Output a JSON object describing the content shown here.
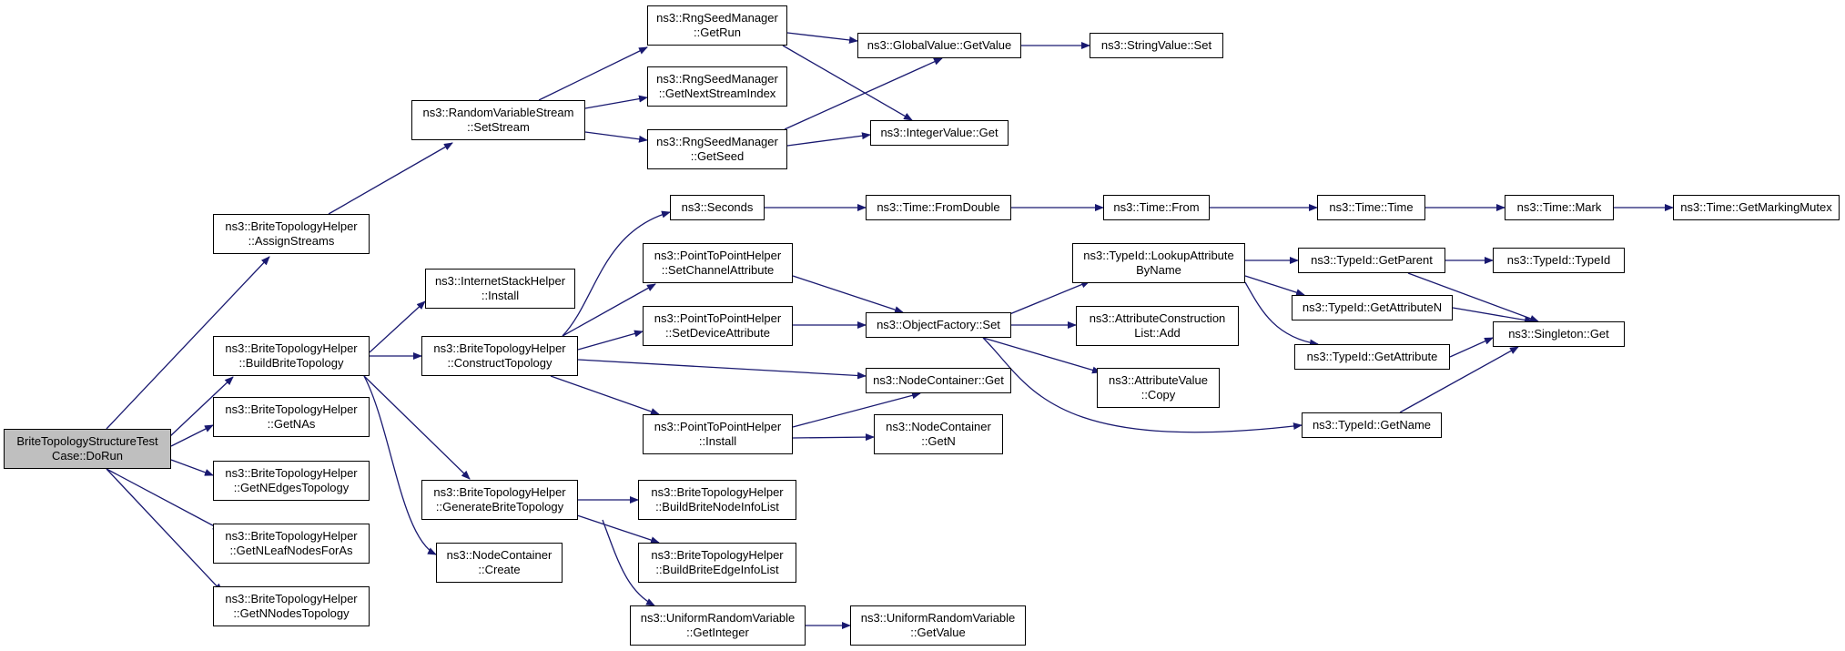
{
  "colors": {
    "edge": "#191970",
    "node_border": "#000000",
    "node_fill": "#ffffff",
    "root_fill": "#bfbfbf"
  },
  "nodes": {
    "n0": {
      "line1": "BriteTopologyStructureTest",
      "line2": "Case::DoRun"
    },
    "n1": {
      "line1": "ns3::BriteTopologyHelper",
      "line2": "::AssignStreams"
    },
    "n2": {
      "line1": "ns3::BriteTopologyHelper",
      "line2": "::BuildBriteTopology"
    },
    "n3": {
      "line1": "ns3::BriteTopologyHelper",
      "line2": "::GetNAs"
    },
    "n4": {
      "line1": "ns3::BriteTopologyHelper",
      "line2": "::GetNEdgesTopology"
    },
    "n5": {
      "line1": "ns3::BriteTopologyHelper",
      "line2": "::GetNLeafNodesForAs"
    },
    "n6": {
      "line1": "ns3::BriteTopologyHelper",
      "line2": "::GetNNodesTopology"
    },
    "n7": {
      "line1": "ns3::RandomVariableStream",
      "line2": "::SetStream"
    },
    "n8": {
      "line1": "ns3::InternetStackHelper",
      "line2": "::Install"
    },
    "n9": {
      "line1": "ns3::BriteTopologyHelper",
      "line2": "::ConstructTopology"
    },
    "n10": {
      "line1": "ns3::BriteTopologyHelper",
      "line2": "::GenerateBriteTopology"
    },
    "n11": {
      "line1": "ns3::NodeContainer",
      "line2": "::Create"
    },
    "n12": {
      "line1": "ns3::RngSeedManager",
      "line2": "::GetRun"
    },
    "n13": {
      "line1": "ns3::RngSeedManager",
      "line2": "::GetNextStreamIndex"
    },
    "n14": {
      "line1": "ns3::RngSeedManager",
      "line2": "::GetSeed"
    },
    "n15": {
      "line1": "ns3::Seconds",
      "line2": ""
    },
    "n16": {
      "line1": "ns3::PointToPointHelper",
      "line2": "::SetChannelAttribute"
    },
    "n17": {
      "line1": "ns3::PointToPointHelper",
      "line2": "::SetDeviceAttribute"
    },
    "n18": {
      "line1": "ns3::PointToPointHelper",
      "line2": "::Install"
    },
    "n19": {
      "line1": "ns3::BriteTopologyHelper",
      "line2": "::BuildBriteNodeInfoList"
    },
    "n20": {
      "line1": "ns3::BriteTopologyHelper",
      "line2": "::BuildBriteEdgeInfoList"
    },
    "n21": {
      "line1": "ns3::UniformRandomVariable",
      "line2": "::GetInteger"
    },
    "n22": {
      "line1": "ns3::GlobalValue::GetValue",
      "line2": ""
    },
    "n23": {
      "line1": "ns3::IntegerValue::Get",
      "line2": ""
    },
    "n24": {
      "line1": "ns3::Time::FromDouble",
      "line2": ""
    },
    "n25": {
      "line1": "ns3::ObjectFactory::Set",
      "line2": ""
    },
    "n26": {
      "line1": "ns3::NodeContainer::Get",
      "line2": ""
    },
    "n27": {
      "line1": "ns3::NodeContainer",
      "line2": "::GetN"
    },
    "n28": {
      "line1": "ns3::UniformRandomVariable",
      "line2": "::GetValue"
    },
    "n29": {
      "line1": "ns3::StringValue::Set",
      "line2": ""
    },
    "n30": {
      "line1": "ns3::Time::From",
      "line2": ""
    },
    "n31": {
      "line1": "ns3::TypeId::LookupAttribute",
      "line2": "ByName"
    },
    "n32": {
      "line1": "ns3::AttributeConstruction",
      "line2": "List::Add"
    },
    "n33": {
      "line1": "ns3::AttributeValue",
      "line2": "::Copy"
    },
    "n34": {
      "line1": "ns3::TypeId::GetName",
      "line2": ""
    },
    "n35": {
      "line1": "ns3::Time::Time",
      "line2": ""
    },
    "n36": {
      "line1": "ns3::TypeId::GetParent",
      "line2": ""
    },
    "n37": {
      "line1": "ns3::TypeId::GetAttributeN",
      "line2": ""
    },
    "n38": {
      "line1": "ns3::TypeId::GetAttribute",
      "line2": ""
    },
    "n39": {
      "line1": "ns3::Time::Mark",
      "line2": ""
    },
    "n40": {
      "line1": "ns3::TypeId::TypeId",
      "line2": ""
    },
    "n41": {
      "line1": "ns3::Singleton::Get",
      "line2": ""
    },
    "n42": {
      "line1": "ns3::Time::GetMarkingMutex",
      "line2": ""
    }
  }
}
